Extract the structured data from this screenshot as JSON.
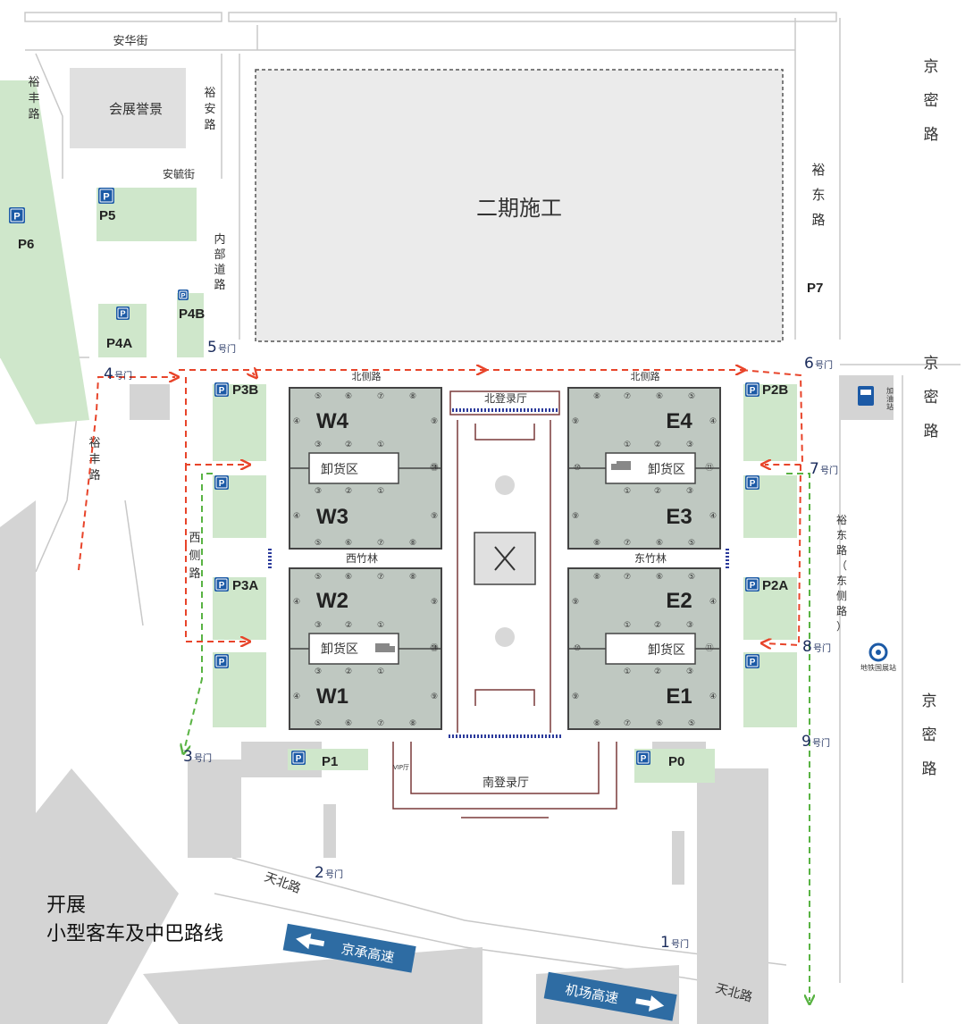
{
  "caption": {
    "line1": "开展",
    "line2": "小型客车及中巴路线"
  },
  "roads": {
    "anhua": "安华街",
    "yufeng_top": "裕丰路",
    "yuan": "裕安路",
    "anyu": "安毓街",
    "internal": "内部道路",
    "jingmi": "京密路",
    "yudong": "裕东路",
    "yufeng_left": "裕丰路",
    "north_side": "北侧路",
    "west_side": "西侧路",
    "east_side": "裕东路（东侧路）",
    "tianbei_left": "天北路",
    "tianbei_right": "天北路",
    "jingcheng": "京承高速",
    "airport": "机场高速"
  },
  "areas": {
    "huizhan": "会展誉景",
    "phase2": "二期施工",
    "north_lobby": "北登录厅",
    "south_lobby": "南登录厅",
    "west_bamboo": "西竹林",
    "east_bamboo": "东竹林",
    "unload": "卸货区",
    "vip": "VIP厅",
    "gas": "加油站",
    "metro": "地铁国展站"
  },
  "halls": {
    "w4": "W4",
    "w3": "W3",
    "w2": "W2",
    "w1": "W1",
    "e4": "E4",
    "e3": "E3",
    "e2": "E2",
    "e1": "E1"
  },
  "parking": {
    "p_icon": "P",
    "p0": "P0",
    "p1": "P1",
    "p2a": "P2A",
    "p2b": "P2B",
    "p3a": "P3A",
    "p3b": "P3B",
    "p4a": "P4A",
    "p4b": "P4B",
    "p5": "P5",
    "p6": "P6",
    "p7": "P7"
  },
  "gates": {
    "g1": "1",
    "g2": "2",
    "g3": "3",
    "g4": "4",
    "g5": "5",
    "g6": "6",
    "g7": "7",
    "g8": "8",
    "g9": "9",
    "suffix": "号门"
  },
  "door_numbers": [
    "①",
    "②",
    "③",
    "④",
    "⑤",
    "⑥",
    "⑦",
    "⑧",
    "⑨",
    "⑩",
    "⑪"
  ],
  "colors": {
    "hall": "#bfc8c1",
    "green": "#cfe7cb",
    "route_red": "#e8442a",
    "route_green": "#59b343",
    "parking_blue": "#1c5aa6",
    "gray_block": "#d4d4d4",
    "sign_blue": "#2e6ca3"
  },
  "icons": [
    "parking-icon",
    "gas-station-icon",
    "metro-icon",
    "restaurant-icon",
    "tree-icon",
    "arrow-left-icon",
    "arrow-right-icon",
    "truck-icon"
  ]
}
